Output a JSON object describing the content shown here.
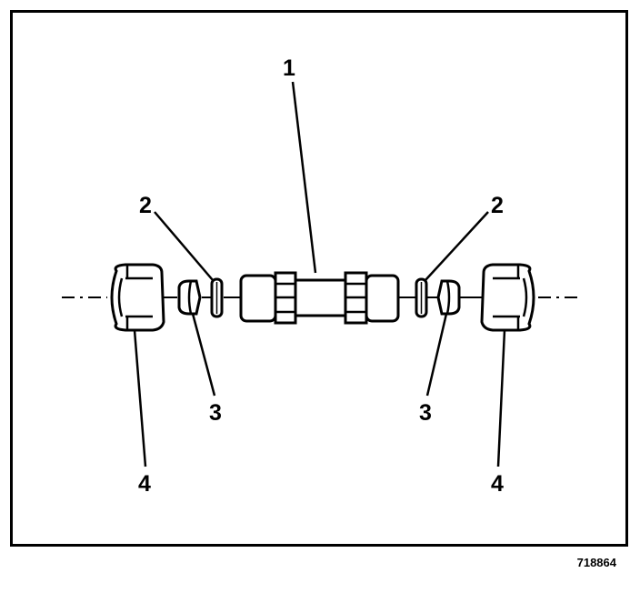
{
  "callouts": {
    "c1": "1",
    "c2_left": "2",
    "c2_right": "2",
    "c3_left": "3",
    "c3_right": "3",
    "c4_left": "4",
    "c4_right": "4"
  },
  "figure_id": "718864",
  "parts": [
    {
      "number": "1",
      "name": "fitting-body"
    },
    {
      "number": "2",
      "name": "o-ring"
    },
    {
      "number": "3",
      "name": "ferrule"
    },
    {
      "number": "4",
      "name": "fitting-nut"
    }
  ]
}
